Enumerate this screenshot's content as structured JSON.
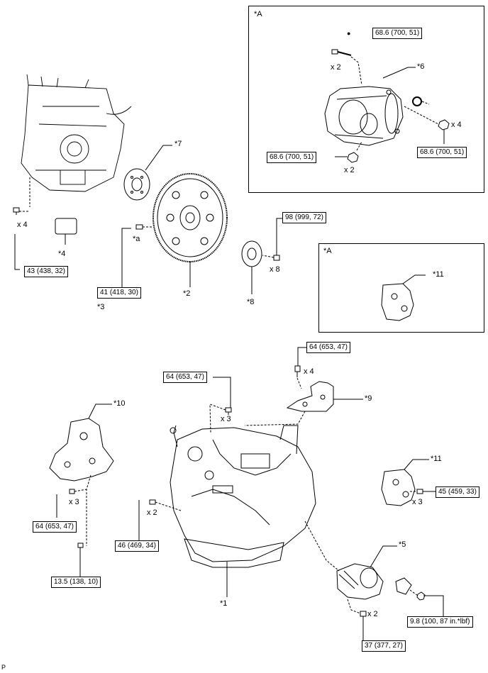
{
  "insets": {
    "top_title": "*A",
    "bottom_title": "*A"
  },
  "torque_boxes": {
    "t_top_right": "68.6 (700, 51)",
    "t_inset_left": "68.6 (700, 51)",
    "t_inset_right": "68.6 (700, 51)",
    "t_engine": "43 (438, 32)",
    "t_drive_plate": "41 (418, 30)",
    "t_spacer": "98 (999, 72)",
    "t_bracket9": "64 (653, 47)",
    "t_mid": "64 (653, 47)",
    "t_mount_upper": "64 (653, 47)",
    "t_mount_lower": "13.5 (138, 10)",
    "t_left": "46 (469, 34)",
    "t_bracket11": "45 (459, 33)",
    "t_starter_nut": "9.8 (100, 87 in.*lbf)",
    "t_starter": "37 (377, 27)"
  },
  "quantities": {
    "q_top": "x 2",
    "q_top_nut_left": "x 2",
    "q_top_nut_right": "x 4",
    "q_engine": "x 4",
    "q_spacer": "x 8",
    "q_bracket9": "x 4",
    "q_mid": "x 3",
    "q_mount": "x 3",
    "q_left": "x 2",
    "q_bracket11": "x 3",
    "q_starter": "x 2"
  },
  "callouts": {
    "c6": "*6",
    "c7": "*7",
    "c4": "*4",
    "ca": "*a",
    "c3": "*3",
    "c2": "*2",
    "c8": "*8",
    "c11_top": "*11",
    "c9": "*9",
    "c10": "*10",
    "c11": "*11",
    "c5": "*5",
    "c1": "*1"
  },
  "corner_mark": "P",
  "dot_mark": "●"
}
